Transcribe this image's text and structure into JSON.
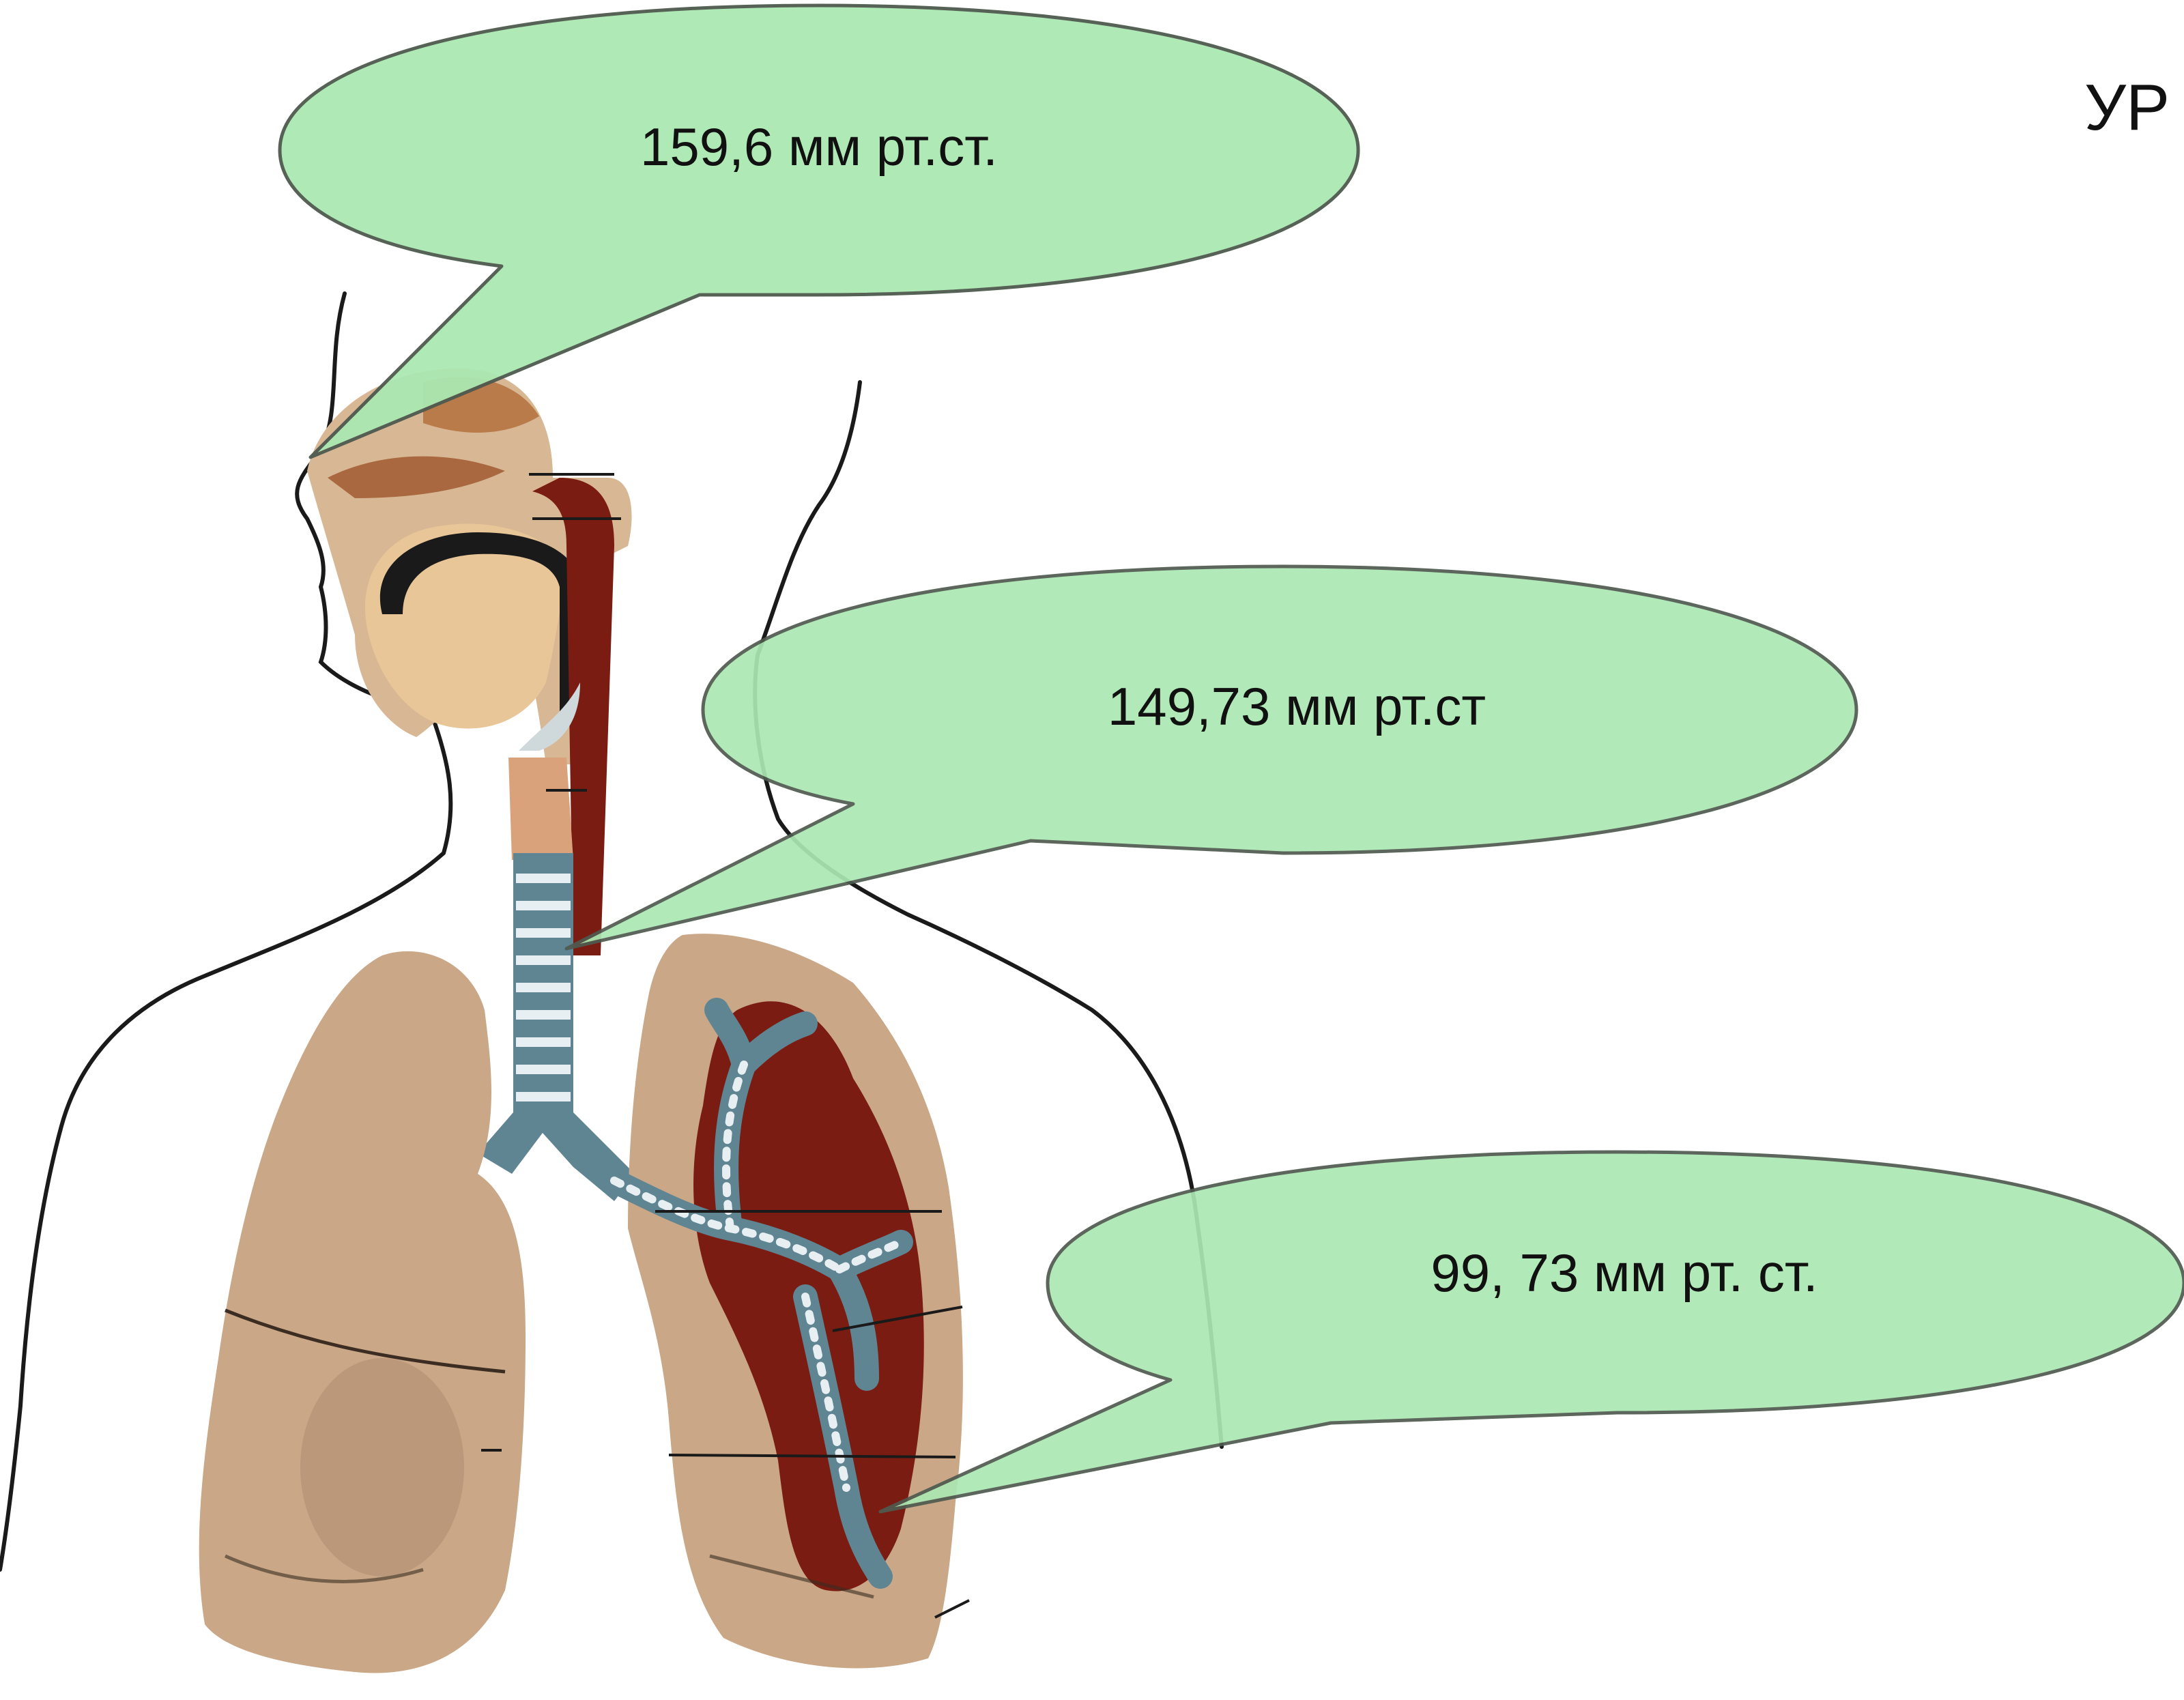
{
  "heading_fragment": "УР",
  "colors": {
    "callout_fill": "#abe8b2",
    "callout_stroke": "#4f5a4f",
    "skin": "#d8b894",
    "lung": "#c9a787",
    "lung_shadow": "#a07e62",
    "mucosa": "#7a1c12",
    "trachea_rings": "#5f8593",
    "outline": "#1a1a1a"
  },
  "callouts": [
    {
      "id": "nasal-cavity",
      "label": "159,6 мм рт.ст."
    },
    {
      "id": "trachea",
      "label": "149,73 мм рт.ст"
    },
    {
      "id": "alveoli",
      "label": "99, 73 мм рт. ст."
    }
  ],
  "illustration": {
    "icon": "respiratory-system-illustration"
  }
}
